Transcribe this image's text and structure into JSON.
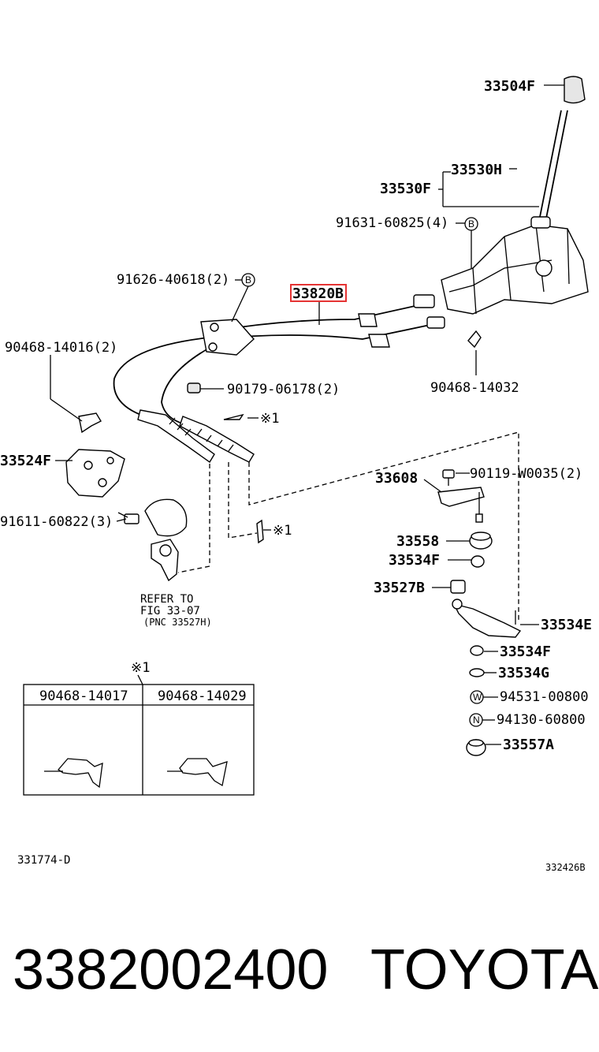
{
  "labels": {
    "p33504F": "33504F",
    "p33530H": "33530H",
    "p33530F": "33530F",
    "p91631": "91631-60825(4)",
    "p91626": "91626-40618(2)",
    "p33820B": "33820B",
    "p90468_14016": "90468-14016(2)",
    "p90179": "90179-06178(2)",
    "p90468_14032": "90468-14032",
    "p33524F": "33524F",
    "p91611": "91611-60822(3)",
    "p33608": "33608",
    "p90119": "90119-W0035(2)",
    "p33558": "33558",
    "p33534F_a": "33534F",
    "p33527B": "33527B",
    "p33534E": "33534E",
    "p33534F_b": "33534F",
    "p33534G": "33534G",
    "p94531": "94531-00800",
    "p94130": "94130-60800",
    "p33557A": "33557A",
    "note1_a": "※1",
    "note1_b": "※1",
    "note1_c": "※1",
    "refer_line1": "REFER TO",
    "refer_line2": "FIG 33-07",
    "refer_line3": "(PNC 33527H)",
    "table_col1": "90468-14017",
    "table_col2": "90468-14029",
    "ref_left": "331774-D",
    "ref_right": "332426B",
    "circle_b": "B",
    "circle_w": "W",
    "circle_n": "N"
  },
  "footer": {
    "part_number": "3382002400",
    "brand": "TOYOTA"
  },
  "colors": {
    "highlight": "#e53333",
    "ink": "#000000"
  }
}
